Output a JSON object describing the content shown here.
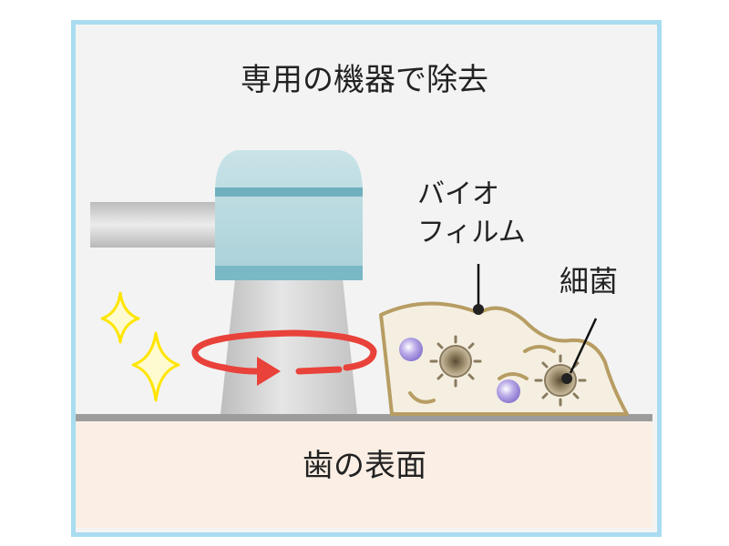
{
  "title": "専用の機器で除去",
  "labels": {
    "biofilm_line1": "バイオ",
    "biofilm_line2": "フィルム",
    "bacteria": "細菌",
    "tooth_surface": "歯の表面"
  },
  "colors": {
    "frame_border": "#a9dcf0",
    "background": "#f3f3f3",
    "tooth": "#fbefe5",
    "biofilm_fill": "#f4efe1",
    "biofilm_outline": "#b79d63",
    "device_head": "#b6d9df",
    "device_band": "#6fb0bf",
    "device_body": "#cfcfcf",
    "rotation_arrow": "#e8423a",
    "sparkle": "#ffee00",
    "bacteria_purple": "#9b87d6",
    "bacteria_spiky": "#8a7a5e"
  }
}
